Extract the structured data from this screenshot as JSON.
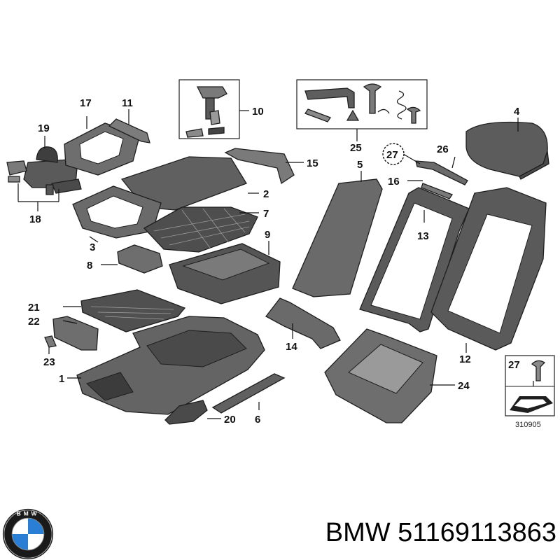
{
  "colors": {
    "part_fill": "#6b6b6b",
    "part_dark": "#3d3d3d",
    "part_light": "#9a9a9a",
    "line": "#111111",
    "background": "#ffffff"
  },
  "callouts": [
    {
      "id": "c1",
      "label": "1"
    },
    {
      "id": "c2",
      "label": "2"
    },
    {
      "id": "c3",
      "label": "3"
    },
    {
      "id": "c4",
      "label": "4"
    },
    {
      "id": "c5",
      "label": "5"
    },
    {
      "id": "c6",
      "label": "6"
    },
    {
      "id": "c7",
      "label": "7"
    },
    {
      "id": "c8",
      "label": "8"
    },
    {
      "id": "c9",
      "label": "9"
    },
    {
      "id": "c10",
      "label": "10"
    },
    {
      "id": "c11",
      "label": "11"
    },
    {
      "id": "c12",
      "label": "12"
    },
    {
      "id": "c13",
      "label": "13"
    },
    {
      "id": "c14",
      "label": "14"
    },
    {
      "id": "c15",
      "label": "15"
    },
    {
      "id": "c16",
      "label": "16"
    },
    {
      "id": "c17",
      "label": "17"
    },
    {
      "id": "c18",
      "label": "18"
    },
    {
      "id": "c19",
      "label": "19"
    },
    {
      "id": "c20",
      "label": "20"
    },
    {
      "id": "c21",
      "label": "21"
    },
    {
      "id": "c22",
      "label": "22"
    },
    {
      "id": "c23",
      "label": "23"
    },
    {
      "id": "c24",
      "label": "24"
    },
    {
      "id": "c25",
      "label": "25"
    },
    {
      "id": "c26",
      "label": "26"
    },
    {
      "id": "c27",
      "label": "27"
    },
    {
      "id": "c27b",
      "label": "27"
    }
  ],
  "diagram_ref": "310905",
  "brand": {
    "logo_text": "BMW",
    "text": "BMW 51169113863"
  },
  "icons": [
    "bmw-logo-icon",
    "direction-arrow-icon",
    "screw-icon"
  ]
}
